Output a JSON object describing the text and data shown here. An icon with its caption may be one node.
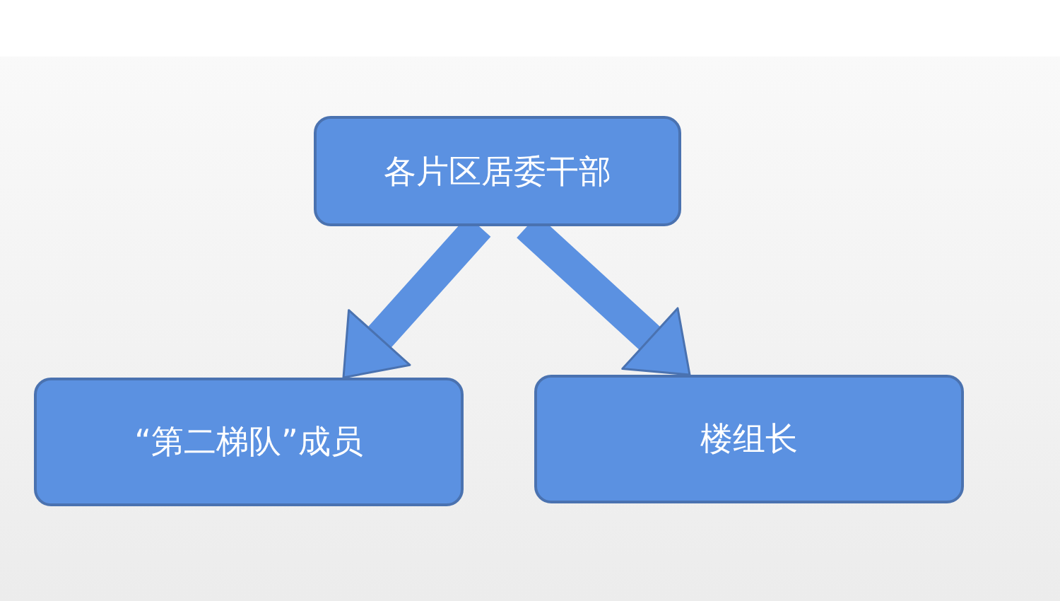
{
  "diagram": {
    "nodes": [
      {
        "text": [
          "各片区居委干部"
        ]
      },
      {
        "text": [
          "“第二梯队”成员"
        ]
      },
      {
        "text": [
          "楼组长"
        ]
      }
    ],
    "edges": [
      {
        "from": 0,
        "to": 1,
        "arrow": "to"
      },
      {
        "from": 0,
        "to": 2,
        "arrow": "to"
      }
    ]
  }
}
